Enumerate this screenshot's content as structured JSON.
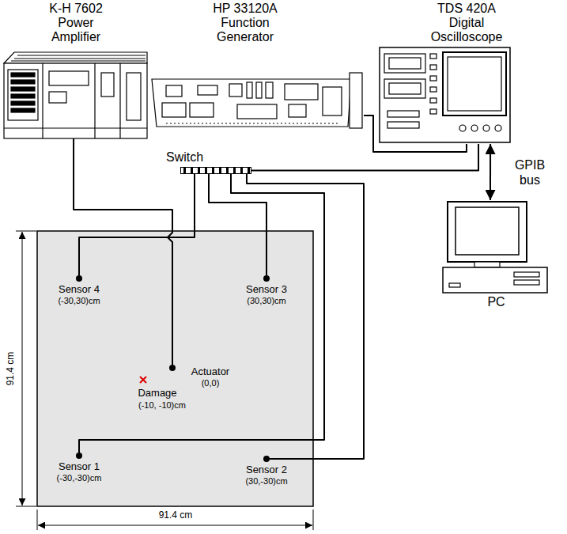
{
  "diagram": {
    "nodes": [
      {
        "text": [
          "K-H 7602 Power Amplifier"
        ]
      },
      {
        "text": [
          "HP 33120A Function Generator"
        ]
      },
      {
        "text": [
          "TDS 420A Digital Oscilloscope"
        ]
      },
      {
        "text": [
          "Switch"
        ]
      },
      {
        "text": [
          "PC"
        ]
      },
      {
        "text": [
          "Sensor 4",
          "(-30,30)cm"
        ]
      },
      {
        "text": [
          "Sensor 3",
          "(30,30)cm"
        ]
      },
      {
        "text": [
          "Actuator",
          "(0,0)"
        ]
      },
      {
        "text": [
          "Sensor 1",
          "(-30,-30)cm"
        ]
      },
      {
        "text": [
          "Sensor 2",
          "(30,-30)cm"
        ]
      }
    ],
    "edges": [
      {
        "from": 2,
        "to": 3,
        "arrow": "none"
      },
      {
        "from": 3,
        "to": 5,
        "arrow": "none"
      },
      {
        "from": 3,
        "to": 6,
        "arrow": "none"
      },
      {
        "from": 3,
        "to": 8,
        "arrow": "none"
      },
      {
        "from": 3,
        "to": 9,
        "arrow": "none"
      },
      {
        "from": 0,
        "to": 7,
        "arrow": "none"
      },
      {
        "from": 2,
        "to": 4,
        "label": "GPIB bus",
        "arrow": "both"
      },
      {
        "from": 1,
        "to": 2,
        "arrow": "none"
      }
    ],
    "labels": [
      "91.4 cm",
      "91.4 cm",
      "Damage",
      "(-10, -10)cm"
    ]
  }
}
